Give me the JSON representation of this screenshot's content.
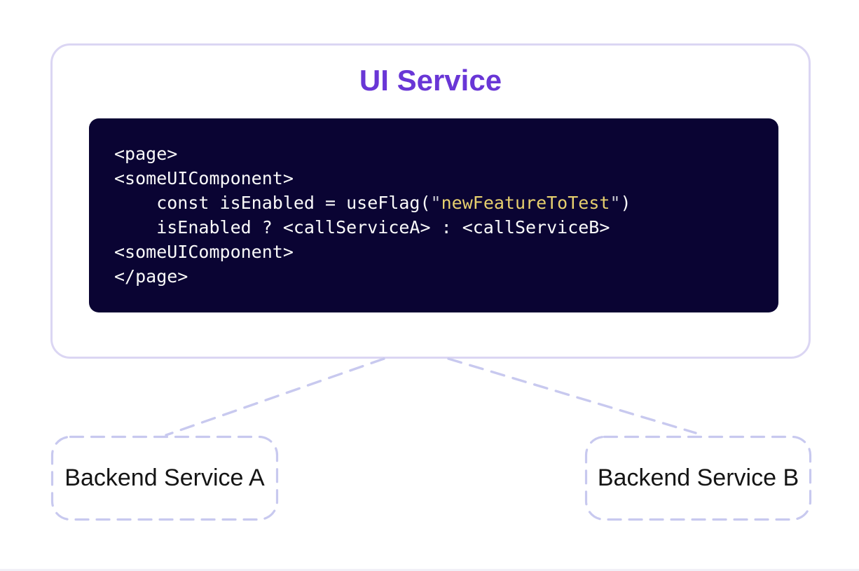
{
  "diagram": {
    "ui_service": {
      "title": "UI Service",
      "code": {
        "line1": "<page>",
        "line2": "<someUIComponent>",
        "line3": {
          "before": "    const isEnabled = useFlag(",
          "open_quote": "\"",
          "string": "newFeatureToTest",
          "close_quote": "\"",
          "after": ")"
        },
        "line4": "    isEnabled ? <callServiceA> : <callServiceB>",
        "line5": "<someUIComponent>",
        "line6": "</page>"
      }
    },
    "backend_services": [
      {
        "label": "Backend Service A"
      },
      {
        "label": "Backend Service B"
      }
    ],
    "colors": {
      "accent_purple": "#6936d6",
      "code_background": "#0a0433",
      "code_text": "#fafafa",
      "code_string": "#e6cf6e",
      "code_quote": "#c9c9d2",
      "dashed_lavender": "#c8c9ef",
      "container_border": "#dbd6f3",
      "label_text": "#151515"
    }
  }
}
